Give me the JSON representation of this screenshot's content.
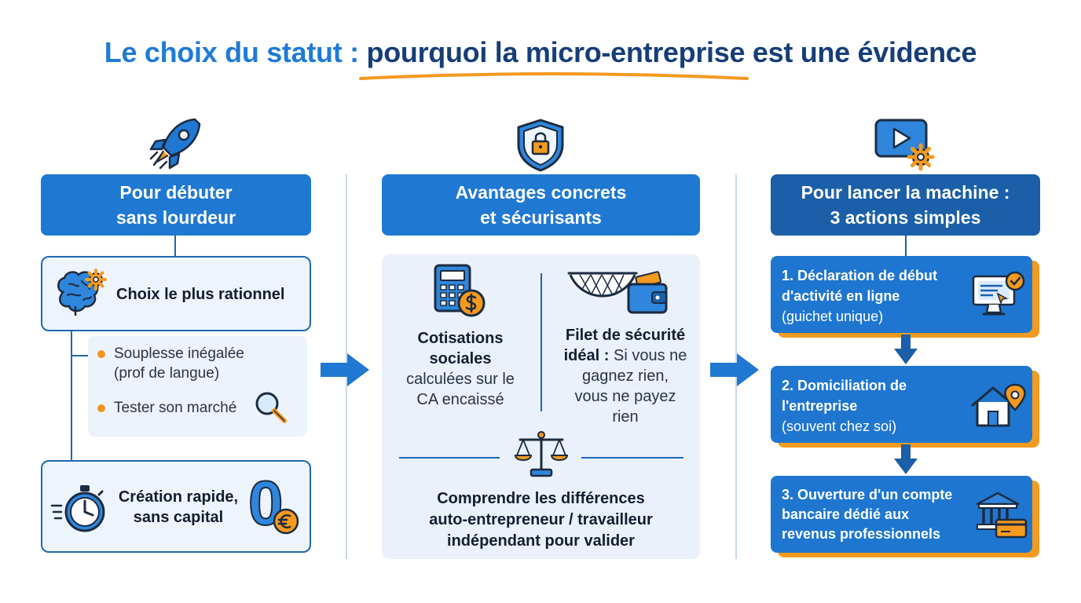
{
  "title": {
    "part1": "Le choix du statut : ",
    "part2": "pourquoi la micro-entreprise est une évidence"
  },
  "colors": {
    "primary_blue": "#1f78d2",
    "dark_blue": "#163e78",
    "orange": "#f39a1f",
    "panel_bg": "#eef4fb"
  },
  "columns": [
    {
      "icon": "rocket-icon",
      "header": [
        "Pour débuter",
        "sans lourdeur"
      ],
      "card1": {
        "icon": "brain-gear-icon",
        "label": "Choix le plus rationnel"
      },
      "bullets": [
        {
          "text": [
            "Souplesse inégalée",
            "(prof de langue)"
          ]
        },
        {
          "text": [
            "Tester son marché"
          ],
          "icon": "magnifier-icon"
        }
      ],
      "card2": {
        "icon": "stopwatch-icon",
        "label": [
          "Création rapide,",
          "sans capital"
        ],
        "badge_icon": "zero-euro-icon",
        "badge_text": "0"
      }
    },
    {
      "icon": "shield-lock-icon",
      "header": [
        "Avantages concrets",
        "et sécurisants"
      ],
      "left": {
        "icon": "calculator-coin-icon",
        "bold": [
          "Cotisations",
          "sociales"
        ],
        "text": [
          "calculées sur le",
          "CA encaissé"
        ]
      },
      "right": {
        "icon": "safety-net-wallet-icon",
        "bold": [
          "Filet de sécurité",
          "idéal :"
        ],
        "text_inline": " Si vous ne",
        "text": [
          "gagnez rien,",
          "vous ne payez",
          "rien"
        ]
      },
      "bottom": {
        "icon": "scales-icon",
        "text": [
          "Comprendre les différences",
          "auto-entrepreneur / travailleur",
          "indépendant pour valider"
        ]
      }
    },
    {
      "icon": "video-gear-icon",
      "header": [
        "Pour lancer la machine :",
        "3 actions simples"
      ],
      "steps": [
        {
          "title": [
            "1. Déclaration de début",
            "d'activité en ligne"
          ],
          "sub": "(guichet unique)",
          "icon": "computer-check-icon"
        },
        {
          "title": [
            "2. Domiciliation de",
            "l'entreprise"
          ],
          "sub": "(souvent chez soi)",
          "icon": "house-pin-icon"
        },
        {
          "title": [
            "3. Ouverture d'un compte",
            "bancaire dédié aux",
            "revenus professionnels"
          ],
          "sub": "",
          "icon": "bank-card-icon"
        }
      ]
    }
  ]
}
